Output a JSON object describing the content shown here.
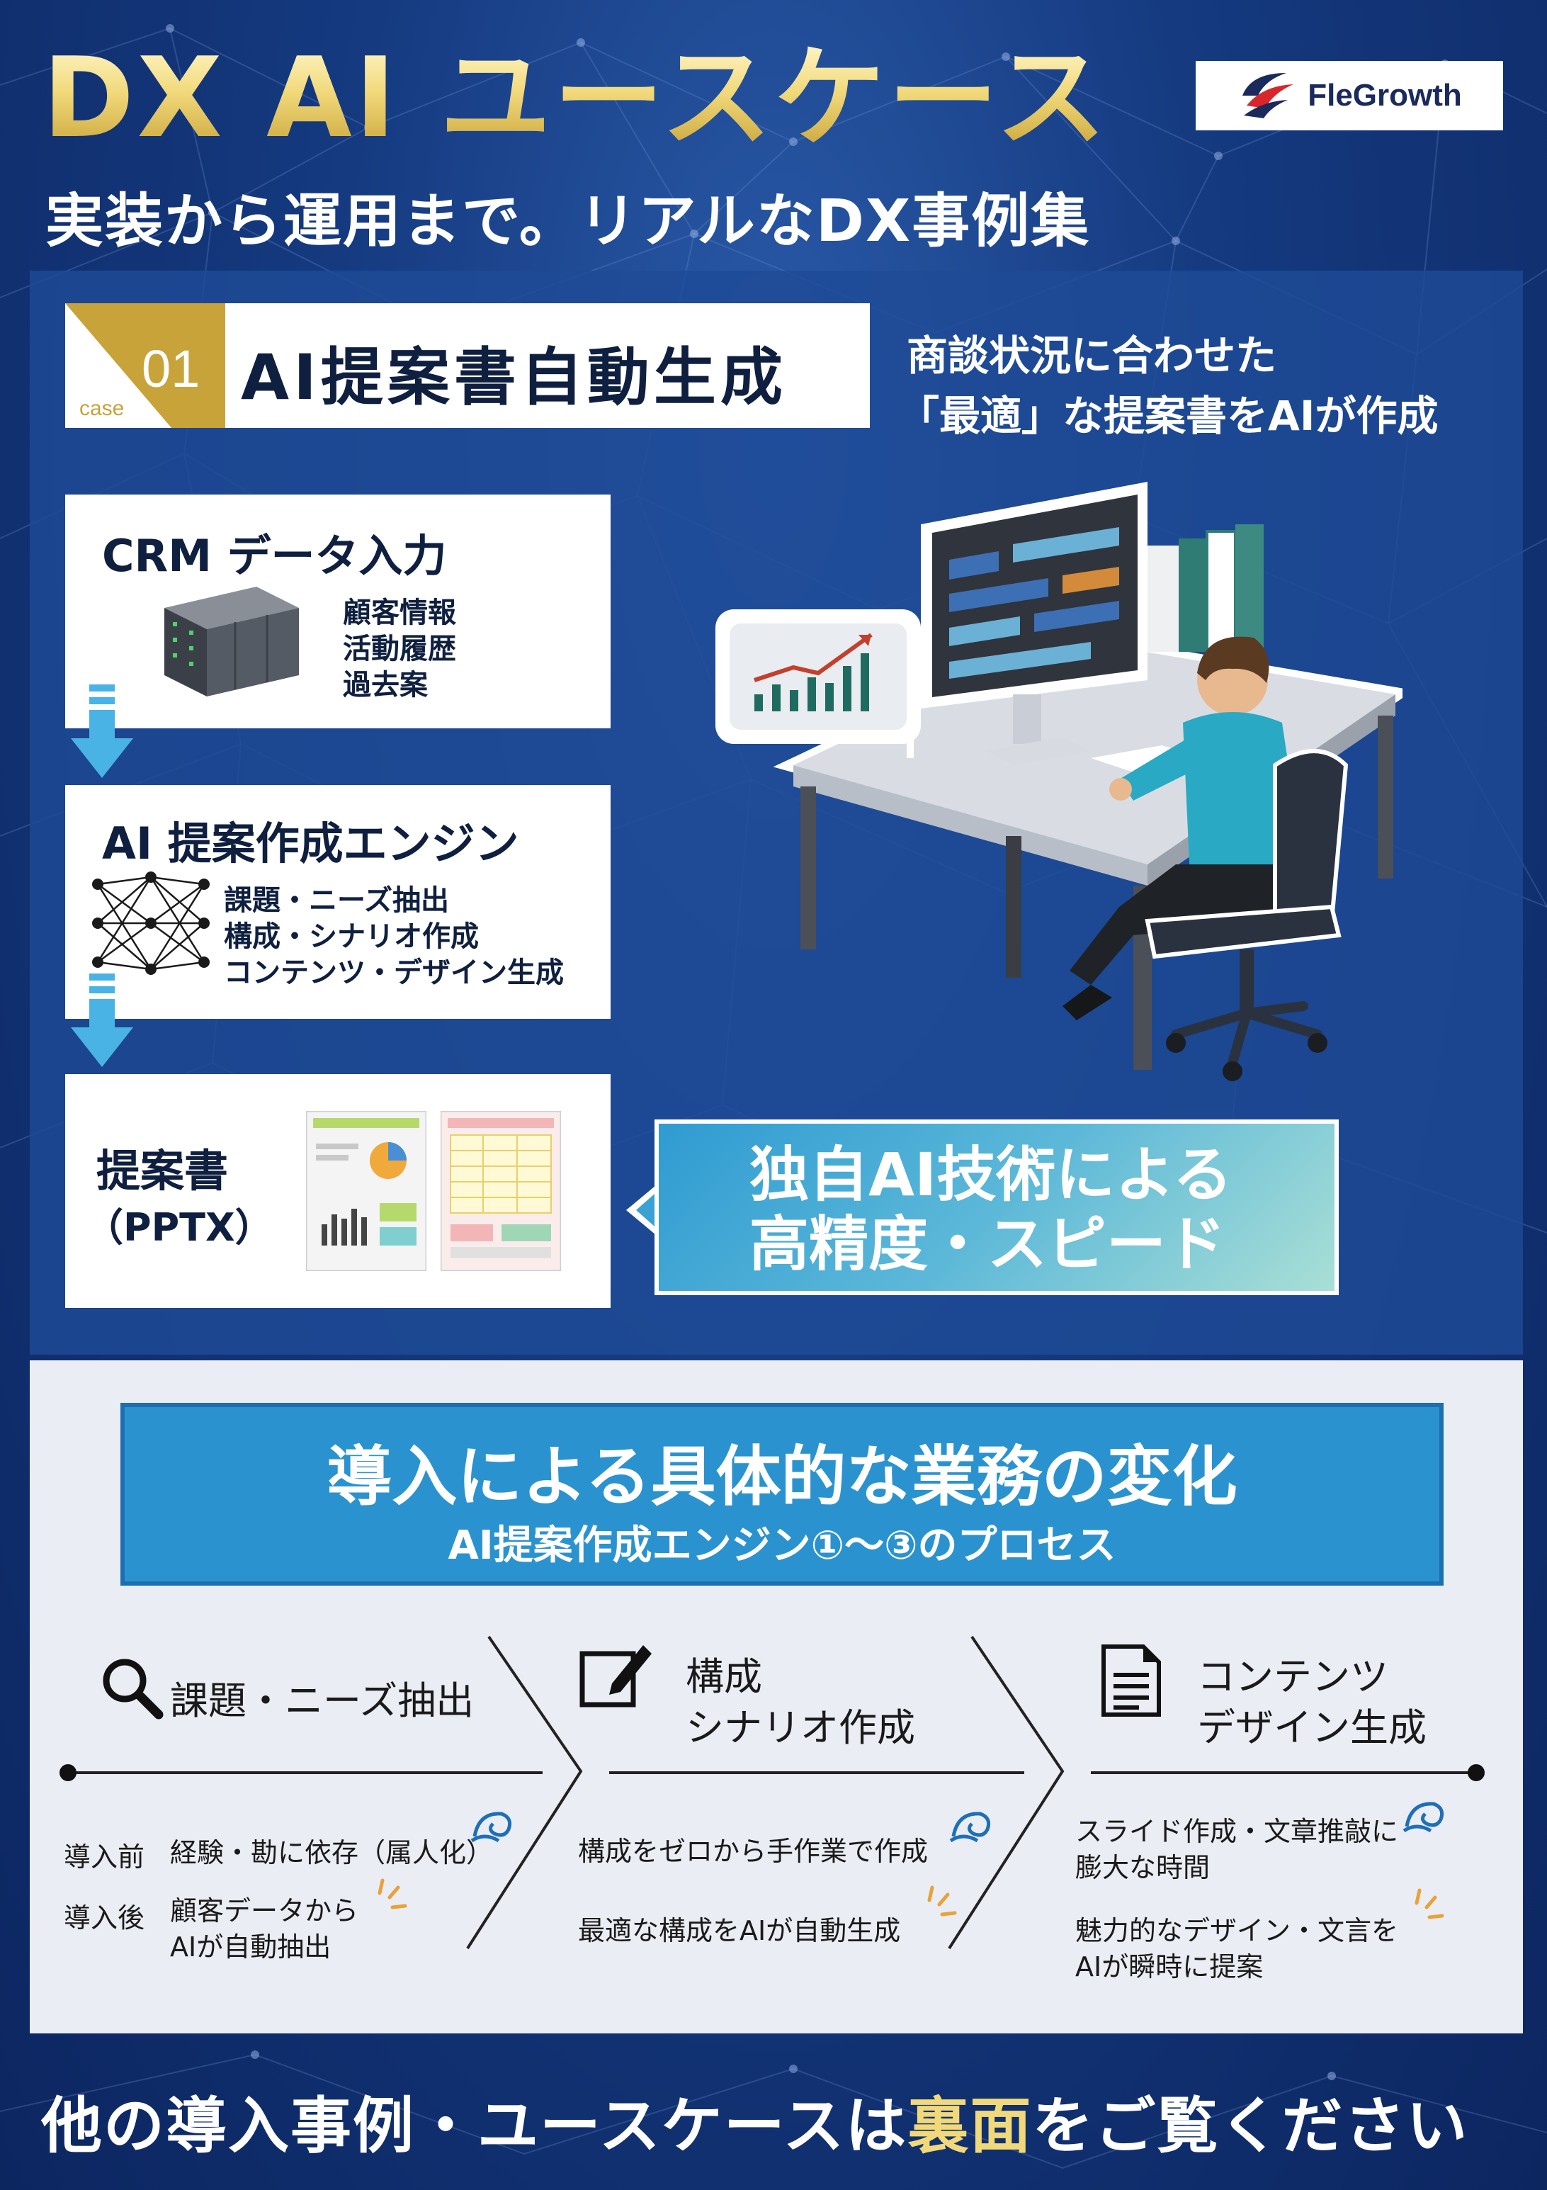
{
  "header": {
    "title": "DX AI ユースケース",
    "subtitle": "実装から運用まで。リアルなDX事例集",
    "logo_text": "FleGrowth"
  },
  "case": {
    "word": "case",
    "number": "01",
    "title": "AI提案書自動生成",
    "description_line1": "商談状況に合わせた",
    "description_line2": "「最適」な提案書をAIが作成"
  },
  "flow": {
    "crm": {
      "title": "CRM データ入力",
      "items": [
        "顧客情報",
        "活動履歴",
        "過去案"
      ]
    },
    "engine": {
      "title": "AI 提案作成エンジン",
      "items": [
        "課題・ニーズ抽出",
        "構成・シナリオ作成",
        "コンテンツ・デザイン生成"
      ]
    },
    "output": {
      "title_line1": "提案書",
      "title_line2": "（PPTX）"
    }
  },
  "callout": {
    "line1": "独自AI技術による",
    "line2": "高精度・スピード"
  },
  "changes": {
    "title": "導入による具体的な業務の変化",
    "subtitle": "AI提案作成エンジン①〜③のプロセス",
    "before_label": "導入前",
    "after_label": "導入後",
    "steps": [
      {
        "title_line1": "課題・ニーズ抽出",
        "title_line2": "",
        "before": [
          "経験・勘に依存（属人化）"
        ],
        "after": [
          "顧客データから",
          "AIが自動抽出"
        ]
      },
      {
        "title_line1": "構成",
        "title_line2": "シナリオ作成",
        "before": [
          "構成をゼロから手作業で作成"
        ],
        "after": [
          "最適な構成をAIが自動生成"
        ]
      },
      {
        "title_line1": "コンテンツ",
        "title_line2": "デザイン生成",
        "before": [
          "スライド作成・文章推敲に",
          "膨大な時間"
        ],
        "after": [
          "魅力的なデザイン・文言を",
          "AIが瞬時に提案"
        ]
      }
    ]
  },
  "footer": {
    "text_before": "他の導入事例・ユースケースは",
    "accent": "裏面",
    "text_after": "をご覧ください"
  },
  "colors": {
    "background": "#153a80",
    "gold": "#f1d97a",
    "accent_blue": "#2a93cf",
    "panel_light": "#eaedf3"
  },
  "icons": [
    "server-icon",
    "neural-network-icon",
    "search-icon",
    "edit-icon",
    "document-icon",
    "sigh-icon",
    "sparkle-icon",
    "arrow-down-icon"
  ]
}
